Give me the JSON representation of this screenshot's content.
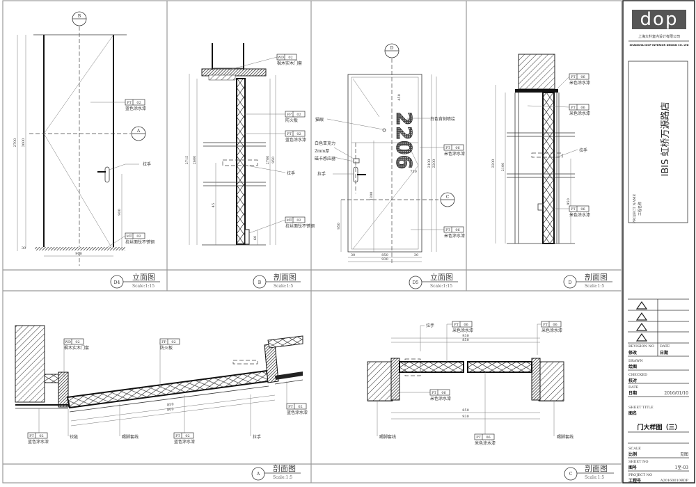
{
  "title_block": {
    "logo_text": "dop",
    "company_cn": "上海大朴室内设计有限公司",
    "company_en": "SHANGHAI DOP INTERIOR DESIGN CO. LTD",
    "project_name": "IBIS 虹桥万源路店",
    "project_name_label_en": "PROJECT NAME",
    "project_name_label_cn": "工程名称",
    "revision_no_label_en": "REVISION NO",
    "revision_no_label_cn": "修改",
    "date_label_en": "DATE",
    "date_label_cn": "日期",
    "drawn_label_en": "DRAWN",
    "drawn_label_cn": "绘图",
    "checked_label_en": "CHECKED",
    "checked_label_cn": "校对",
    "date2_label_en": "DATE",
    "date2_label_cn": "日期",
    "date_value": "2016/01/10",
    "sheet_title_label_en": "SHEET TITLE",
    "sheet_title_label_cn": "图名",
    "sheet_title": "门大样图（三）",
    "scale_label_en": "SCALE",
    "scale_label_cn": "比例",
    "scale_value": "见图",
    "sheet_no_label_en": "SHEET NO",
    "sheet_no_label_cn": "图号",
    "sheet_no": "1至-03",
    "project_no_label_en": "PROJECT NO",
    "project_no_label_cn": "工程号",
    "project_no": "A20160010BDP"
  },
  "drawings": {
    "d4": {
      "id": "D4",
      "title": "立面图",
      "scale": "Scale:1:15",
      "markers": [
        "B",
        "A"
      ],
      "tags": [
        {
          "code": "PT",
          "num": "02",
          "desc": "蓝色涂水漆"
        },
        {
          "code": "MT",
          "num": "02",
          "desc": "拉丝面钛不锈钢"
        }
      ],
      "notes": [
        "拉手"
      ],
      "dims": [
        "2700",
        "2600",
        "900",
        "900",
        "30"
      ]
    },
    "b": {
      "id": "B",
      "title": "剖面图",
      "scale": "Scale:1:5",
      "tags": [
        {
          "code": "WD",
          "num": "02",
          "desc": "枫木实木门套"
        },
        {
          "code": "FP",
          "num": "02",
          "desc": "防火板"
        },
        {
          "code": "PT",
          "num": "02",
          "desc": "蓝色涂水漆"
        },
        {
          "code": "MT",
          "num": "02",
          "desc": "拉丝面钛不锈钢"
        }
      ],
      "notes": [
        "拉手"
      ],
      "dims": [
        "2715",
        "2600",
        "2700",
        "950",
        "45",
        "60"
      ]
    },
    "d5": {
      "id": "D5",
      "title": "立面图",
      "scale": "Scale:1:15",
      "markers": [
        "D",
        "C"
      ],
      "room_number": "2206",
      "tags": [
        {
          "code": "PT",
          "num": "06",
          "desc": "米色涂水漆"
        },
        {
          "code": "PT",
          "num": "06",
          "desc": "米色涂水漆"
        }
      ],
      "notes": [
        "猫眼",
        "白色背刻喷绘",
        "白色亚克力",
        "2mm厚",
        "磁卡感应器",
        "拉手"
      ],
      "dims": [
        "2100",
        "2200",
        "1300",
        "950",
        "850",
        "930",
        "450",
        "750",
        "30",
        "30"
      ]
    },
    "d": {
      "id": "D",
      "title": "剖面图",
      "scale": "Scale:1:5",
      "tags": [
        {
          "code": "PT",
          "num": "06",
          "desc": "米色涂水漆"
        },
        {
          "code": "PT",
          "num": "06",
          "desc": "米色涂水漆"
        },
        {
          "code": "PT",
          "num": "06",
          "desc": "米色涂水漆"
        }
      ],
      "notes": [
        "拉手"
      ],
      "dims": [
        "2200",
        "2100",
        "950"
      ]
    },
    "a": {
      "id": "A",
      "title": "剖面图",
      "scale": "Scale:1:5",
      "tags": [
        {
          "code": "WD",
          "num": "02",
          "desc": "枫木实木门套"
        },
        {
          "code": "FP",
          "num": "02",
          "desc": "防火板"
        },
        {
          "code": "PT",
          "num": "02",
          "desc": "蓝色涂水漆"
        },
        {
          "code": "PT",
          "num": "02",
          "desc": "蓝色涂水漆"
        },
        {
          "code": "PT",
          "num": "02",
          "desc": "蓝色涂水漆"
        }
      ],
      "notes": [
        "铰链",
        "踢脚套线",
        "拉手"
      ],
      "dims": [
        "850",
        "800"
      ]
    },
    "c": {
      "id": "C",
      "title": "剖面图",
      "scale": "Scale:1:5",
      "tags": [
        {
          "code": "PT",
          "num": "06",
          "desc": "米色涂水漆"
        },
        {
          "code": "PT",
          "num": "06",
          "desc": "米色涂水漆"
        },
        {
          "code": "PT",
          "num": "06",
          "desc": "米色涂水漆"
        },
        {
          "code": "PT",
          "num": "06",
          "desc": "米色涂水漆"
        }
      ],
      "notes": [
        "拉手",
        "踢脚套线",
        "踢脚套线"
      ],
      "dims": [
        "930",
        "850",
        "850",
        "930"
      ]
    }
  }
}
